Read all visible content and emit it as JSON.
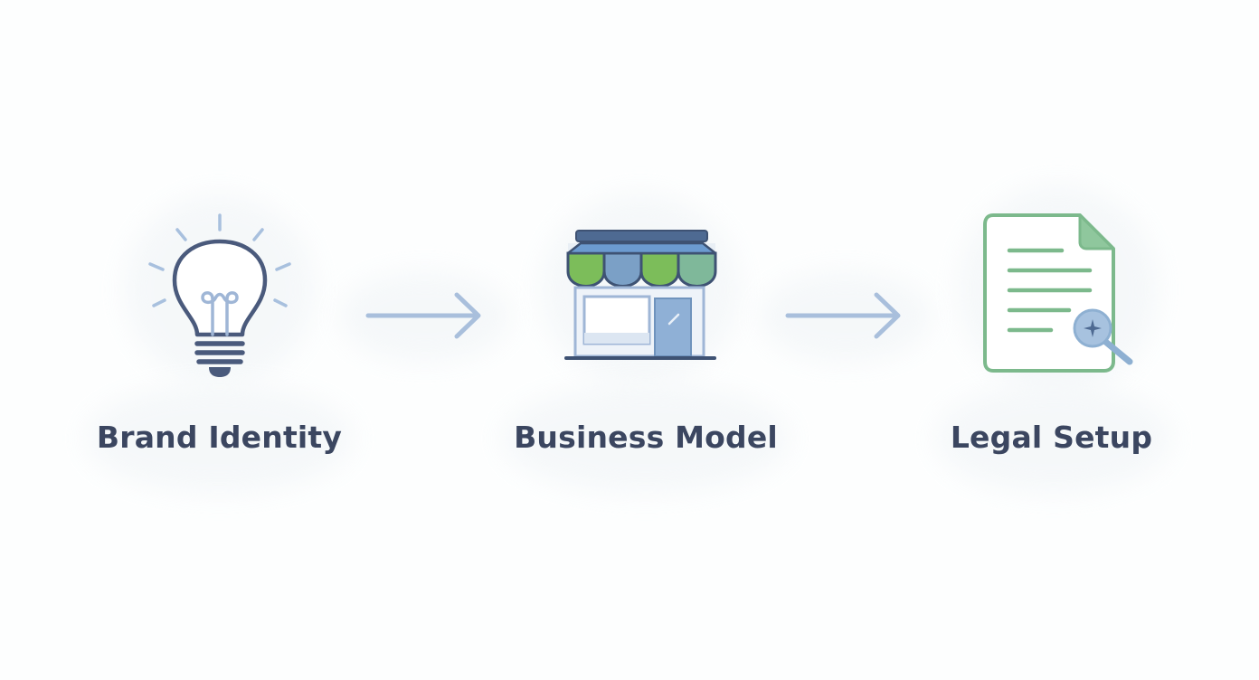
{
  "steps": [
    {
      "label": "Brand Identity",
      "icon": "lightbulb-icon"
    },
    {
      "label": "Business Model",
      "icon": "storefront-icon"
    },
    {
      "label": "Legal Setup",
      "icon": "document-search-icon"
    }
  ],
  "connectors": [
    "arrow-right-icon",
    "arrow-right-icon"
  ],
  "colors": {
    "text": "#3b4660",
    "icon_dark": "#4a5a7c",
    "icon_light": "#9fb6d6",
    "arrow": "#a9bfdc",
    "awning_green": "#7cbd5a",
    "awning_blue": "#7ba0c6",
    "awning_teal": "#7fb89a",
    "document_green": "#7cb98c",
    "document_fold": "#8fc79d",
    "magnifier": "#8eb0d2"
  }
}
